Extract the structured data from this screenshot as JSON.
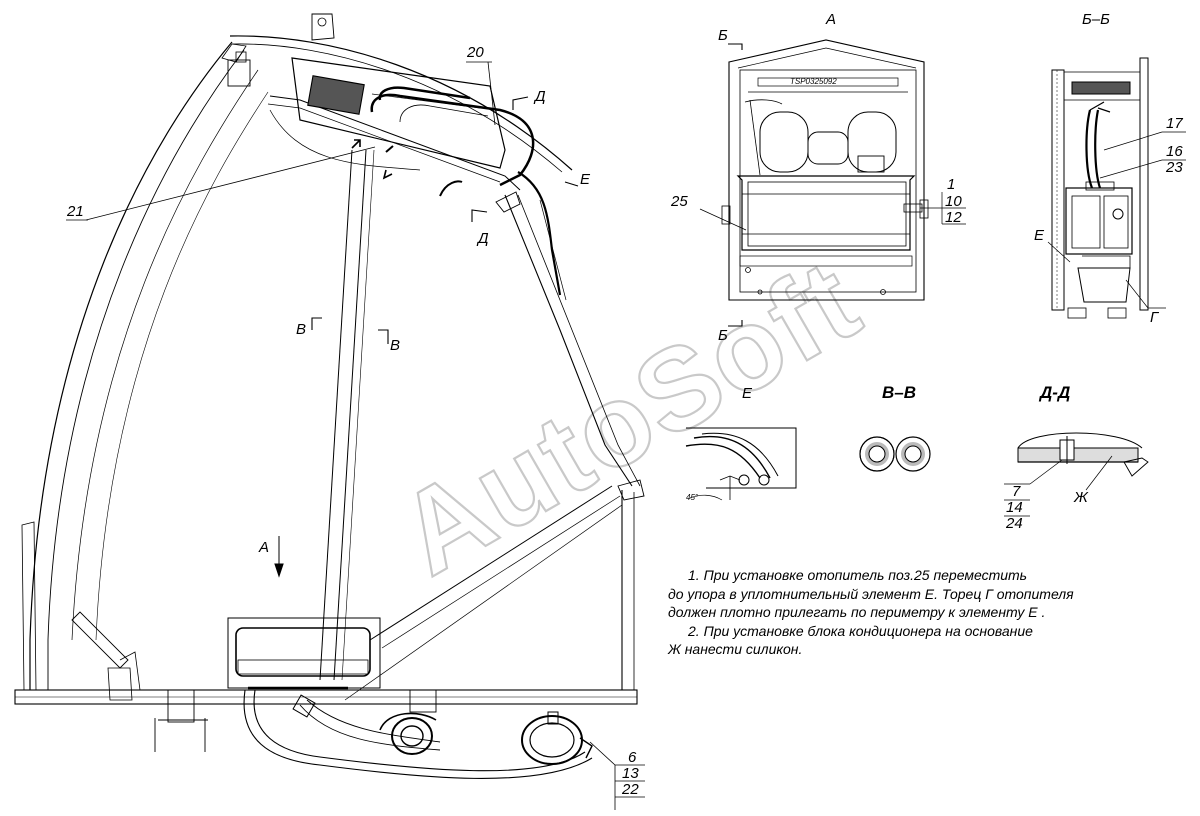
{
  "watermark": "AutoSoft",
  "views": {
    "a": "А",
    "bb": "Б–Б",
    "e": "Е",
    "vv": "В–В",
    "dd": "Д-Д"
  },
  "sections": {
    "b": "Б",
    "d": "Д",
    "e": "Е",
    "v": "В",
    "a_arrow": "А"
  },
  "callouts": {
    "p20": "20",
    "p21": "21",
    "p25": "25",
    "p1": "1",
    "p10": "10",
    "p12": "12",
    "p17": "17",
    "p16": "16",
    "p23": "23",
    "e_label": "Е",
    "g_label": "Г",
    "p7": "7",
    "p14": "14",
    "p24": "24",
    "zh_label": "Ж",
    "p6": "6",
    "p13": "13",
    "p22": "22",
    "angle": "45°",
    "plate": "TSP0325092"
  },
  "notes": [
    "1.  При установке  отопитель поз.25  переместить",
    "до упора  в  уплотнительный  элемент  Е.  Торец  Г  отопителя",
    "должен  плотно  прилегать  по  периметру  к  элементу  Е .",
    "2.  При установке  блока  кондиционера  на  основание",
    "Ж  нанести  силикон."
  ]
}
